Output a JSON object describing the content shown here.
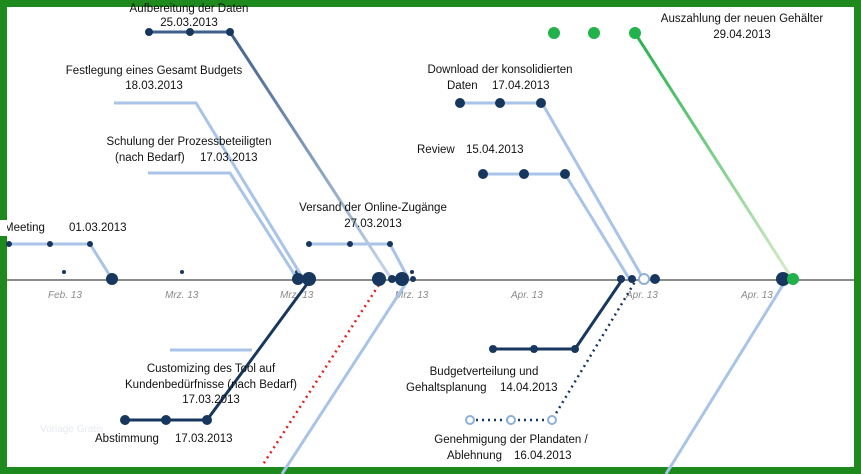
{
  "colors": {
    "frame": "#1e8a1e",
    "dark_navy": "#17375e",
    "light_blue": "#a9c4e8",
    "green": "#22b24c",
    "dotted_red": "#e02020",
    "axis": "#8a8a8a"
  },
  "axis": {
    "ticks": [
      "Feb. 13",
      "Mrz. 13",
      "Mrz. 13",
      "Mrz. 13",
      "Apr. 13",
      "Apr. 13",
      "Apr. 13"
    ]
  },
  "milestones": [
    {
      "id": "aufbereitung",
      "title": "Aufbereitung  der Daten",
      "date": "25.03.2013"
    },
    {
      "id": "gesamtbudget",
      "title": "Festlegung eines Gesamt Budgets",
      "date": "18.03.2013"
    },
    {
      "id": "schulung",
      "title_line1": "Schulung der Prozessbeteiligten",
      "title_line2": "(nach Bedarf)",
      "date": "17.03.2013"
    },
    {
      "id": "meeting",
      "title": "Meeting",
      "date": "01.03.2013"
    },
    {
      "id": "versand",
      "title": "Versand der Online-Zugänge",
      "date": "27.03.2013"
    },
    {
      "id": "download",
      "title_line1": "Download der konsolidierten",
      "title_line2": "Daten",
      "date": "17.04.2013"
    },
    {
      "id": "review",
      "title": "Review",
      "date": "15.04.2013"
    },
    {
      "id": "auszahlung",
      "title": "Auszahlung der neuen  Gehälter",
      "date": "29.04.2013"
    },
    {
      "id": "customizing",
      "title_line1": "Customizing des Tool auf",
      "title_line2": "Kundenbedürfnisse (nach Bedarf)",
      "date": "17.03.2013"
    },
    {
      "id": "abstimmung",
      "title": "Abstimmung",
      "date": "17.03.2013"
    },
    {
      "id": "budgetverteilung",
      "title_line1": "Budgetverteilung und",
      "title_line2": "Gehaltsplanung",
      "date": "14.04.2013"
    },
    {
      "id": "genehmigung",
      "title_line1": "Genehmigung  der Plandaten /",
      "title_line2": "Ablehnung",
      "date": "16.04.2013"
    }
  ],
  "watermark": "Vorlage Gratis"
}
